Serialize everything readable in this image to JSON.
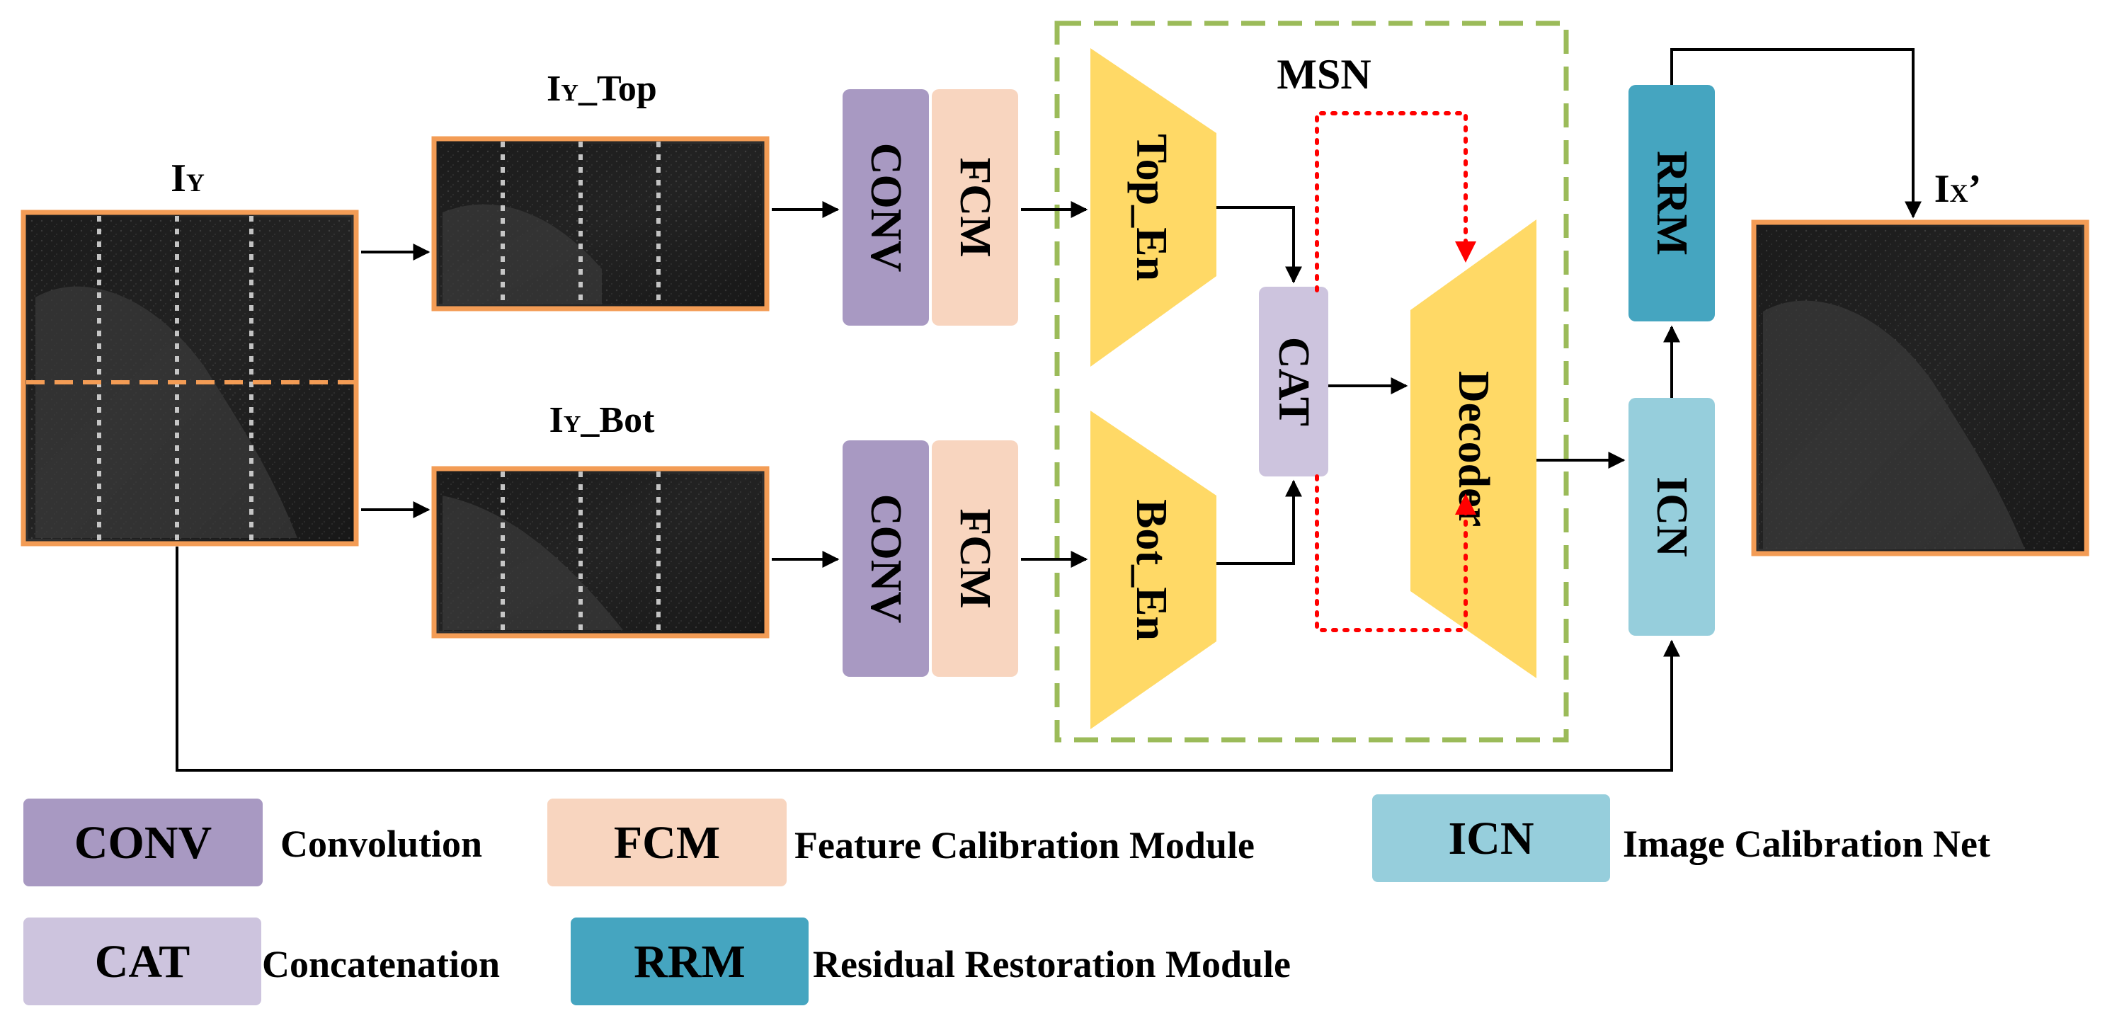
{
  "images": {
    "input": "I",
    "input_sub": "Y",
    "top": "I",
    "top_sub": "Y",
    "top_suffix": "_Top",
    "bot": "I",
    "bot_sub": "Y",
    "bot_suffix": "_Bot",
    "output": "I",
    "output_sub": "X",
    "output_prime": "’"
  },
  "blocks": {
    "conv_top": "CONV",
    "fcm_top": "FCM",
    "conv_bot": "CONV",
    "fcm_bot": "FCM",
    "top_en": "Top_En",
    "bot_en": "Bot_En",
    "cat": "CAT",
    "decoder": "Decoder",
    "rrm": "RRM",
    "icn": "ICN",
    "msn": "MSN"
  },
  "legend": [
    {
      "key": "CONV",
      "desc": "Convolution"
    },
    {
      "key": "FCM",
      "desc": "Feature Calibration Module"
    },
    {
      "key": "ICN",
      "desc": "Image Calibration Net"
    },
    {
      "key": "CAT",
      "desc": "Concatenation"
    },
    {
      "key": "RRM",
      "desc": "Residual Restoration Module"
    }
  ],
  "colors": {
    "conv": "#A899C2",
    "fcm": "#F8D5BF",
    "icn": "#96CEDC",
    "cat": "#CDC4DE",
    "rrm": "#45A5C0",
    "encoder": "#FFD966",
    "image_border": "#F39C55",
    "msn_border": "#9BBB59",
    "skip_dots": "#FF0000"
  }
}
